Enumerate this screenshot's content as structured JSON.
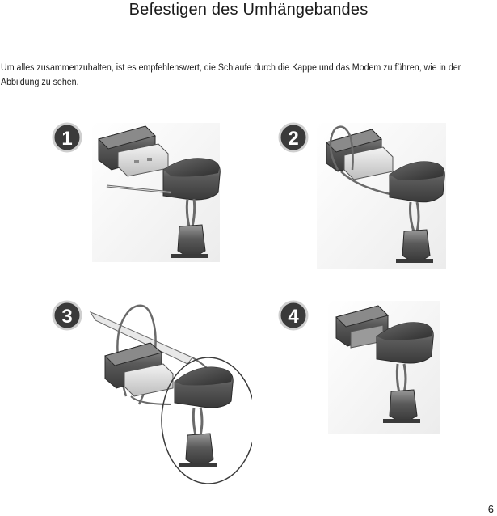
{
  "document": {
    "title": "Befestigen des Umhängebandes",
    "paragraph": "Um alles zusammenzuhalten, ist es empfehlenswert, die Schlaufe durch die Kappe und das Modem zu führen, wie in der Abbildung zu sehen.",
    "page_number": "6"
  },
  "steps": [
    {
      "number": "1",
      "icon": "usb-modem-with-cap-and-lanyard-icon"
    },
    {
      "number": "2",
      "icon": "lanyard-looped-through-modem-icon"
    },
    {
      "number": "3",
      "icon": "lanyard-threaded-through-cap-icon"
    },
    {
      "number": "4",
      "icon": "modem-with-attached-cap-icon"
    }
  ]
}
